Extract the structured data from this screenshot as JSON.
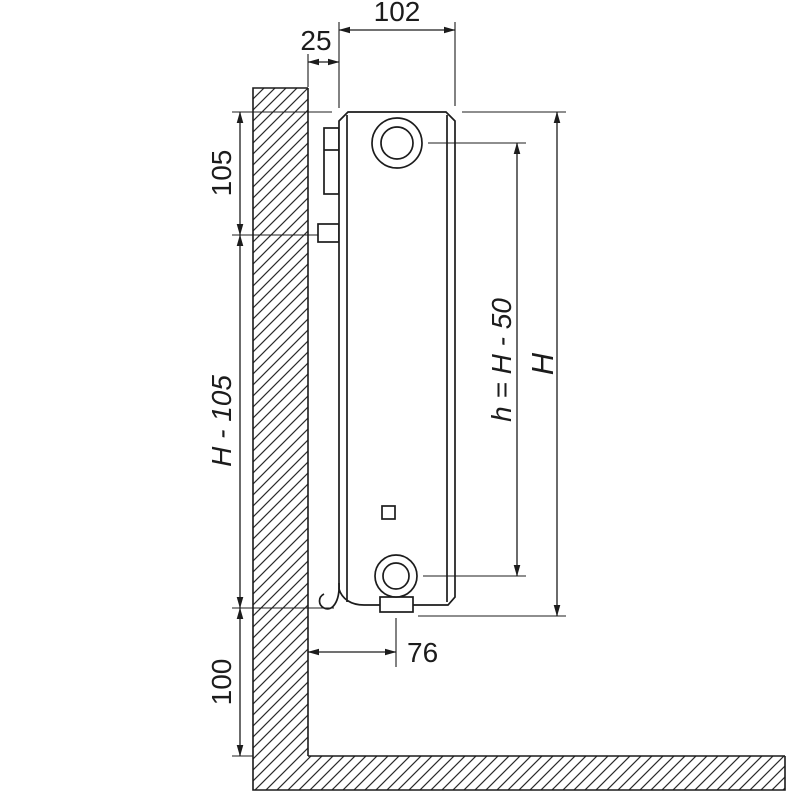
{
  "diagram": {
    "description": "Panel radiator side view with wall and floor mounting dimensions",
    "labels": {
      "depth_top": "102",
      "wall_clearance": "25",
      "bracket_top_offset": "105",
      "bracket_span": "H - 105",
      "floor_clearance": "100",
      "connection_spacing": "h = H - 50",
      "total_height": "H",
      "bottom_connection_inset": "76"
    },
    "colors": {
      "line": "#1c1c1c",
      "background": "#ffffff"
    }
  }
}
